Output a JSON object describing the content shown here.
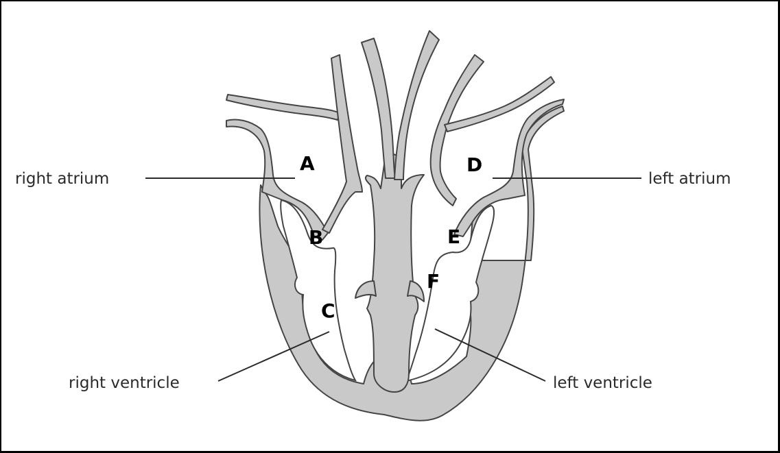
{
  "diagram": {
    "labels": {
      "right_atrium": "right atrium",
      "left_atrium": "left atrium",
      "right_ventricle": "right ventricle",
      "left_ventricle": "left ventricle"
    },
    "letters": {
      "a": "A",
      "b": "B",
      "c": "C",
      "d": "D",
      "e": "E",
      "f": "F"
    },
    "colors": {
      "tissue_fill": "#c9c9c9",
      "outline": "#444444",
      "text": "#000000"
    }
  }
}
